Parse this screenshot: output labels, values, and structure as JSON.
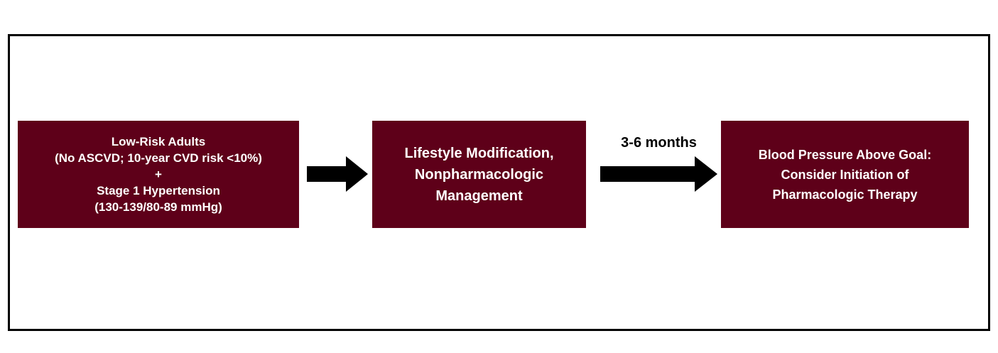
{
  "colors": {
    "box_fill": "#5e0019",
    "box_text": "#ffffff",
    "arrow": "#000000",
    "border": "#000000"
  },
  "boxes": [
    {
      "lines": [
        "Low-Risk Adults",
        "(No ASCVD; 10-year CVD risk <10%)",
        "+",
        "Stage 1 Hypertension",
        "(130-139/80-89 mmHg)"
      ]
    },
    {
      "lines": [
        "Lifestyle Modification,",
        "Nonpharmacologic",
        "Management"
      ]
    },
    {
      "lines": [
        "Blood Pressure Above Goal:",
        "Consider Initiation of",
        "Pharmacologic Therapy"
      ]
    }
  ],
  "arrows": [
    {
      "label": ""
    },
    {
      "label": "3-6 months"
    }
  ],
  "icons": {
    "arrow_1": "right-arrow-icon",
    "arrow_2": "right-arrow-icon"
  }
}
